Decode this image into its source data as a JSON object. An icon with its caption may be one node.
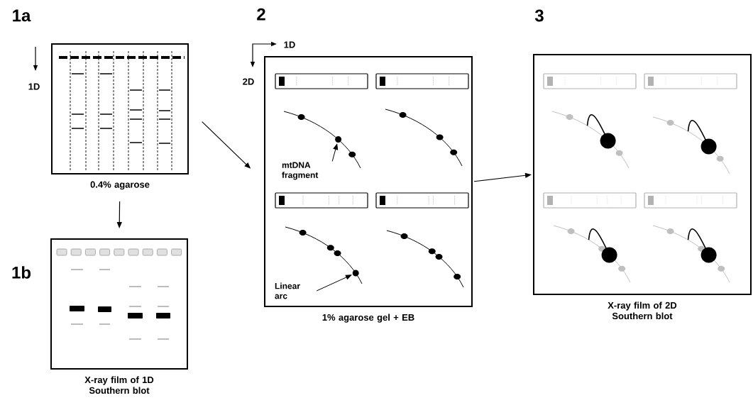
{
  "diagram": {
    "nodes": [
      {
        "text": [
          "0.4% agarose"
        ]
      },
      {
        "text": [
          "X-ray film of 1D Southern blot"
        ]
      },
      {
        "text": [
          "1% agarose gel + EB"
        ]
      },
      {
        "text": [
          "X-ray film of 2D Southern blot"
        ]
      },
      {
        "text": [
          "mtDNA fragment"
        ],
        "in": 2
      },
      {
        "text": [],
        "shape": "circle",
        "in": 2
      },
      {
        "text": [
          "Linear arc"
        ],
        "in": 2
      },
      {
        "text": [],
        "shape": "circle",
        "in": 2
      }
    ],
    "edges": [
      {
        "from": 0,
        "to": 1,
        "arrow": "to"
      },
      {
        "from": 0,
        "to": 2,
        "arrow": "to"
      },
      {
        "from": 2,
        "to": 3,
        "arrow": "to"
      },
      {
        "from": 4,
        "to": 5,
        "arrow": "to"
      },
      {
        "from": 6,
        "to": 7,
        "arrow": "to"
      }
    ],
    "labels": [
      "1a",
      "1D",
      "1b",
      "2",
      "1D",
      "2D",
      "3"
    ]
  }
}
